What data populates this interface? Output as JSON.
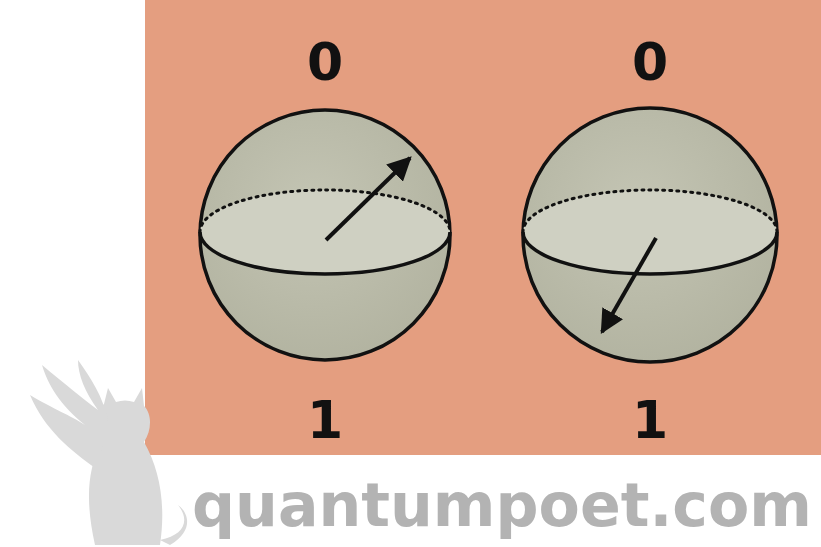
{
  "diagram": {
    "labels": [
      "0",
      "1",
      "0",
      "1",
      "quantumpoet.com"
    ]
  }
}
